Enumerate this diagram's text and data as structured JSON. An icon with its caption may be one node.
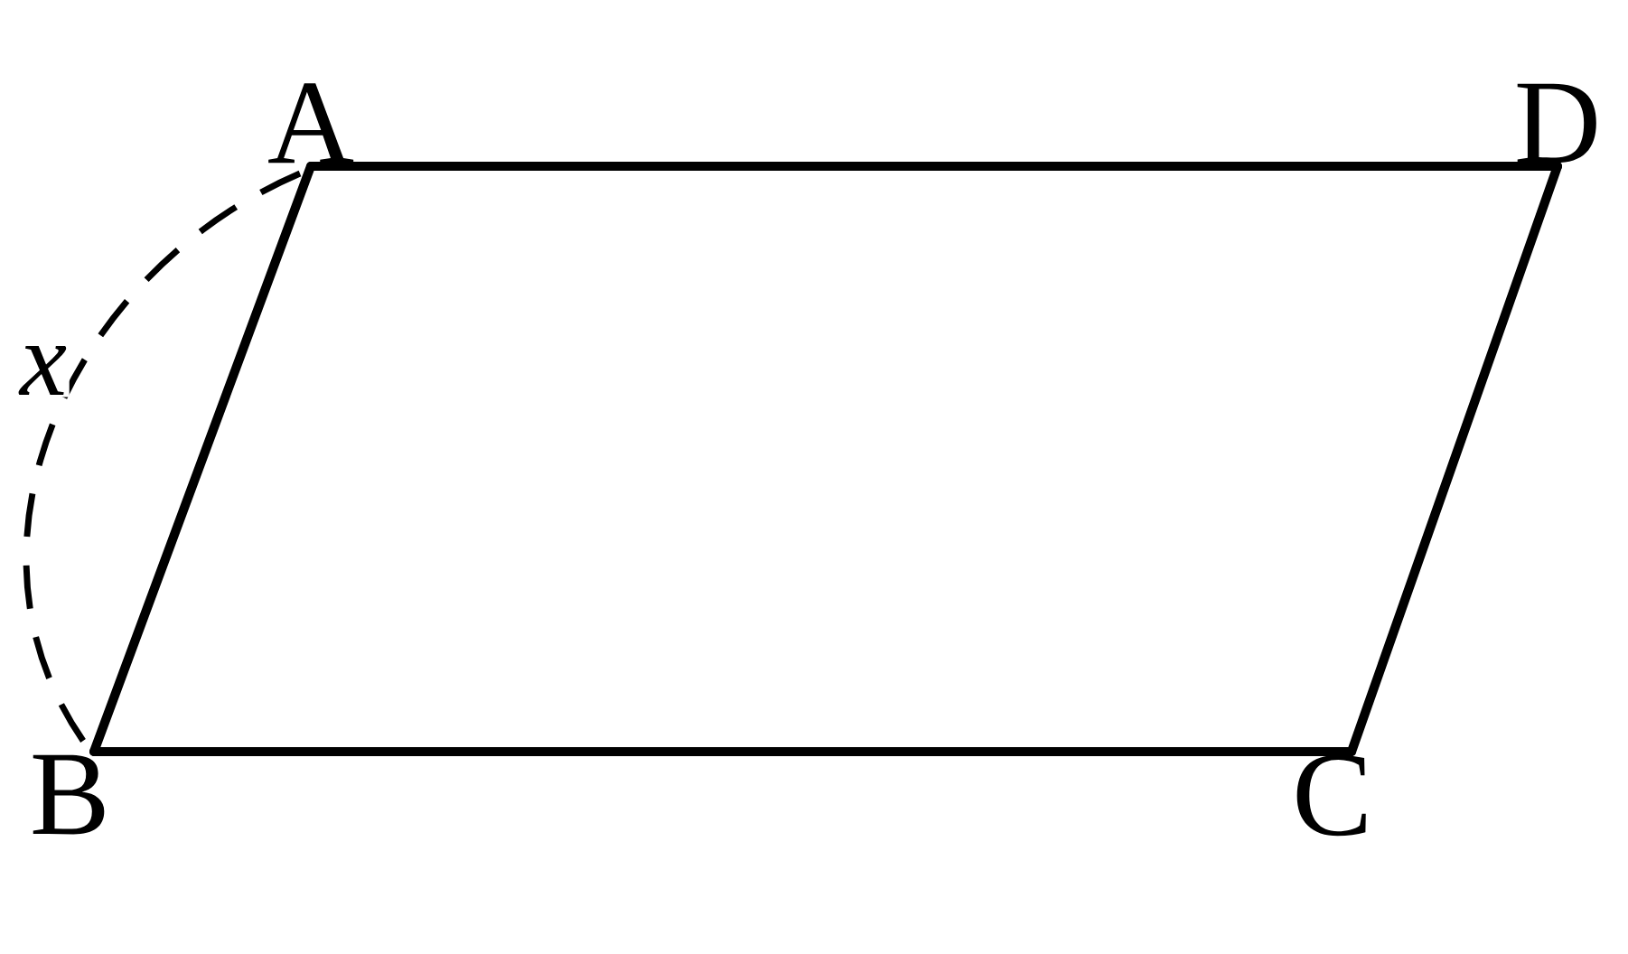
{
  "diagram": {
    "nodes": [
      {
        "text": [
          "A"
        ]
      },
      {
        "text": [
          "B"
        ]
      },
      {
        "text": [
          "C"
        ]
      },
      {
        "text": [
          "D"
        ]
      }
    ],
    "edges": [
      {
        "from": 0,
        "to": 3,
        "arrow": "none"
      },
      {
        "from": 3,
        "to": 2,
        "arrow": "none"
      },
      {
        "from": 2,
        "to": 1,
        "arrow": "none"
      },
      {
        "from": 1,
        "to": 0,
        "arrow": "none"
      }
    ],
    "labels": [
      "x"
    ]
  }
}
